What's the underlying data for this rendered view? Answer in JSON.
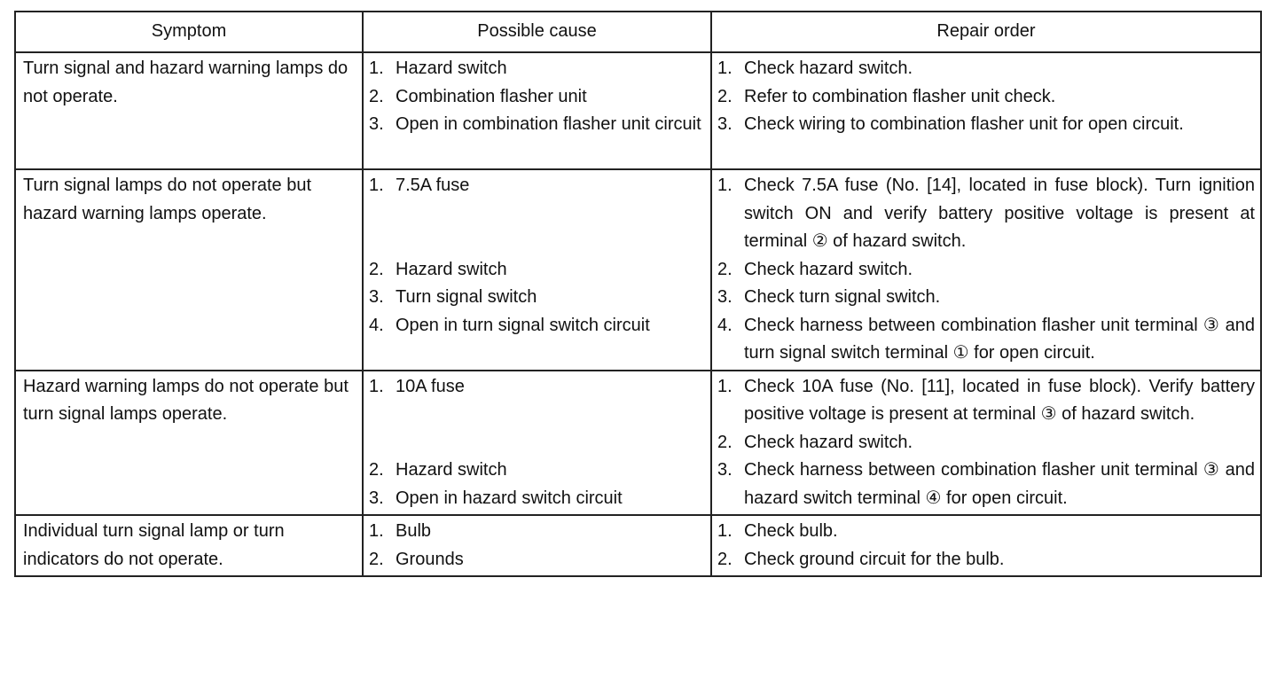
{
  "headers": {
    "symptom": "Symptom",
    "cause": "Possible cause",
    "repair": "Repair order"
  },
  "rows": [
    {
      "symptom": "Turn signal and hazard warning lamps do not operate.",
      "causes": [
        {
          "num": "1.",
          "text": "Hazard switch",
          "lines": 1
        },
        {
          "num": "2.",
          "text": "Combination flasher unit",
          "lines": 1
        },
        {
          "num": "3.",
          "text": "Open in combination flasher unit circuit",
          "lines": 2
        }
      ],
      "repairs": [
        {
          "num": "1.",
          "text": "Check hazard switch."
        },
        {
          "num": "2.",
          "text": "Refer to combination flasher unit check."
        },
        {
          "num": "3.",
          "text": "Check wiring to combination flasher unit for open circuit."
        }
      ]
    },
    {
      "symptom": "Turn signal lamps do not operate but hazard warning lamps operate.",
      "causes": [
        {
          "num": "1.",
          "text": "7.5A fuse",
          "lines": 3
        },
        {
          "num": "2.",
          "text": "Hazard switch",
          "lines": 1
        },
        {
          "num": "3.",
          "text": "Turn signal switch",
          "lines": 1
        },
        {
          "num": "4.",
          "text": "Open in turn signal switch circuit",
          "lines": 1
        }
      ],
      "repairs": [
        {
          "num": "1.",
          "text": "Check 7.5A fuse (No. [14], located in fuse block). Turn ignition switch ON and verify battery positive voltage is present at terminal ② of hazard switch."
        },
        {
          "num": "2.",
          "text": "Check hazard switch."
        },
        {
          "num": "3.",
          "text": "Check turn signal switch."
        },
        {
          "num": "4.",
          "text": "Check harness between combination flasher unit terminal ③ and turn signal switch terminal ① for open circuit."
        }
      ]
    },
    {
      "symptom": "Hazard warning lamps do not operate but turn signal lamps operate.",
      "causes": [
        {
          "num": "1.",
          "text": "10A fuse",
          "lines": 3
        },
        {
          "num": "2.",
          "text": "Hazard switch",
          "lines": 1
        },
        {
          "num": "3.",
          "text": "Open in hazard switch circuit",
          "lines": 1
        }
      ],
      "repairs": [
        {
          "num": "1.",
          "text": "Check 10A fuse (No. [11], located in fuse block). Verify battery positive voltage is present at terminal ③ of hazard switch."
        },
        {
          "num": "2.",
          "text": "Check hazard switch."
        },
        {
          "num": "3.",
          "text": "Check harness between combination flasher unit terminal ③ and hazard switch terminal ④ for open circuit."
        }
      ]
    },
    {
      "symptom": "Individual turn signal lamp or turn indicators do not operate.",
      "causes": [
        {
          "num": "1.",
          "text": "Bulb",
          "lines": 1
        },
        {
          "num": "2.",
          "text": "Grounds",
          "lines": 1
        }
      ],
      "repairs": [
        {
          "num": "1.",
          "text": "Check bulb."
        },
        {
          "num": "2.",
          "text": "Check ground circuit for the bulb."
        }
      ]
    }
  ]
}
